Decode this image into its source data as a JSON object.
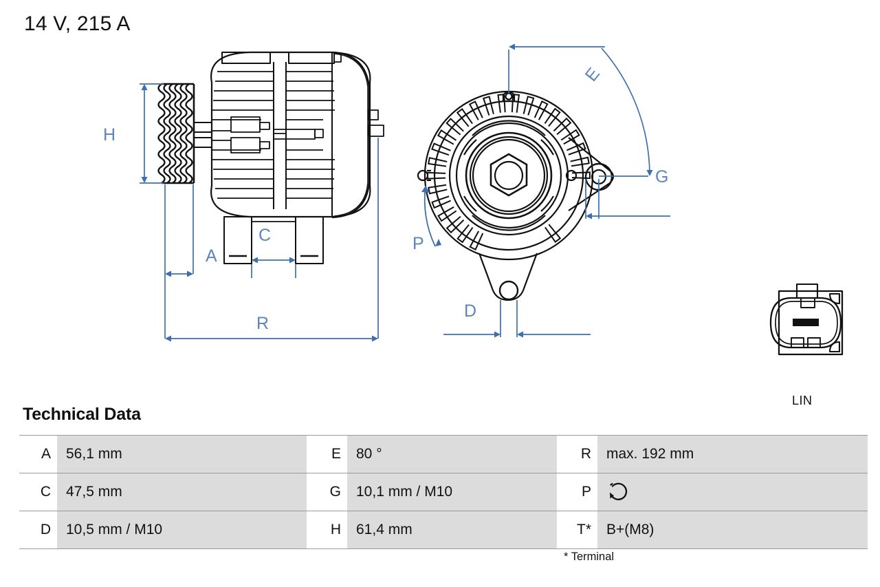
{
  "header": {
    "title": "14 V, 215 A"
  },
  "drawing": {
    "side_view": {
      "name": "alternator-side-view",
      "dimension_labels": [
        "H",
        "A",
        "C",
        "R"
      ],
      "pulley_grooves": 6
    },
    "front_view": {
      "name": "alternator-front-view",
      "dimension_labels": [
        "E",
        "G",
        "P",
        "D"
      ]
    },
    "connector": {
      "name": "lin-connector",
      "label": "LIN"
    }
  },
  "technical_data": {
    "heading": "Technical Data",
    "footnote": "* Terminal",
    "rows": [
      {
        "k1": "A",
        "v1": "56,1 mm",
        "k2": "E",
        "v2": "80 °",
        "k3": "R",
        "v3": "max. 192 mm"
      },
      {
        "k1": "C",
        "v1": "47,5 mm",
        "k2": "G",
        "v2": "10,1 mm / M10",
        "k3": "P",
        "v3": "rotation-direction-icon"
      },
      {
        "k1": "D",
        "v1": "10,5 mm / M10",
        "k2": "H",
        "v2": "61,4 mm",
        "k3": "T*",
        "v3": "B+(M8)"
      }
    ]
  },
  "colors": {
    "dimension_blue": "#3c6fb0",
    "table_value_bg": "#dcdcdc",
    "table_rule": "#9a9a9a",
    "line_black": "#111111"
  }
}
